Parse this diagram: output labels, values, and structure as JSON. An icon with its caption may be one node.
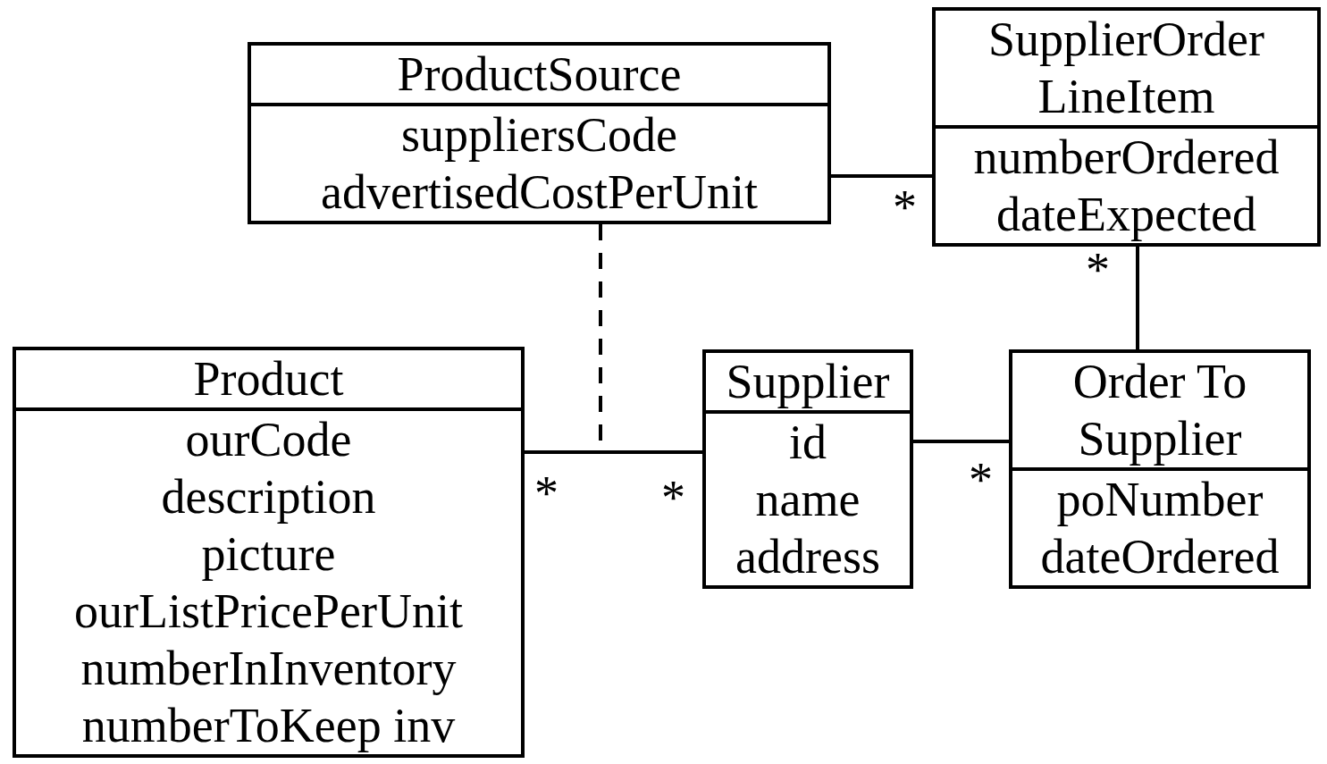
{
  "diagram": {
    "nodes": [
      {
        "text": [
          "ProductSource",
          "suppliersCode",
          "advertisedCostPerUnit"
        ]
      },
      {
        "text": [
          "SupplierOrder LineItem",
          "numberOrdered",
          "dateExpected"
        ]
      },
      {
        "text": [
          "Product",
          "ourCode",
          "description",
          "picture",
          "ourListPricePerUnit",
          "numberInInventory",
          "numberToKeep inv"
        ]
      },
      {
        "text": [
          "Supplier",
          "id",
          "name",
          "address"
        ]
      },
      {
        "text": [
          "Order To Supplier",
          "poNumber",
          "dateOrdered"
        ]
      }
    ],
    "edges": [
      {
        "from": 2,
        "to": 3,
        "arrow": "none"
      },
      {
        "from": 0,
        "to": null,
        "arrow": "none",
        "style": "dashed"
      },
      {
        "from": 0,
        "to": 1,
        "arrow": "none"
      },
      {
        "from": 1,
        "to": 4,
        "arrow": "none"
      },
      {
        "from": 3,
        "to": 4,
        "arrow": "none"
      }
    ],
    "labels": [
      "*",
      "*",
      "*",
      "*",
      "*"
    ]
  }
}
